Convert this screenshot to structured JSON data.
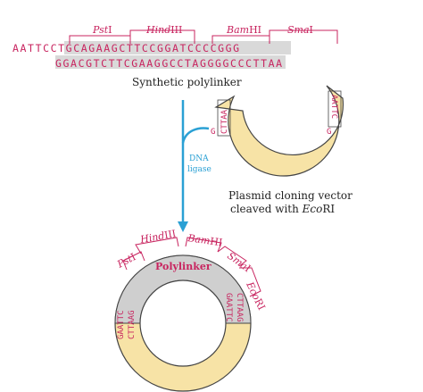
{
  "colors": {
    "sequence": "#c8245f",
    "arrow": "#2aa0d4",
    "plasmid_fill": "#f7e3a6",
    "plasmid_stroke": "#444444",
    "polylinker_fill": "#cfcfcf",
    "shade": "#d9d9d9"
  },
  "polylinker": {
    "top_strand": "AATTCCTGCAGAAGCTTCCGGATCCCCGGG",
    "bottom_strand": "GGACGTCTTCGAAGGCCTAGGGGCCCTTAA",
    "enzymes": [
      {
        "name": "Pst",
        "suffix": "I"
      },
      {
        "name": "Hind",
        "suffix": "III"
      },
      {
        "name": "Bam",
        "suffix": "HI"
      },
      {
        "name": "Sma",
        "suffix": "I"
      }
    ],
    "caption": "Synthetic polylinker"
  },
  "arrow": {
    "label_line1": "DNA",
    "label_line2": "ligase"
  },
  "vector": {
    "left_end": "CTTAA",
    "left_g": "G",
    "right_end": "AATTC",
    "right_g": "G",
    "caption_line1": "Plasmid cloning vector",
    "caption_line2": "cleaved with ",
    "caption_italic": "Eco",
    "caption_suffix": "RI"
  },
  "product": {
    "polylinker_label": "Polylinker",
    "enzymes": [
      {
        "name": "Pst",
        "suffix": "I"
      },
      {
        "name": "Hind",
        "suffix": "III"
      },
      {
        "name": "Bam",
        "suffix": "HI"
      },
      {
        "name": "Sma",
        "suffix": "I"
      },
      {
        "name": "Eco",
        "suffix": "RI"
      }
    ],
    "left_outer": "GAATTC",
    "left_inner": "CTTAAG",
    "right_outer": "GAATTC",
    "right_inner": "CTTAAG"
  }
}
